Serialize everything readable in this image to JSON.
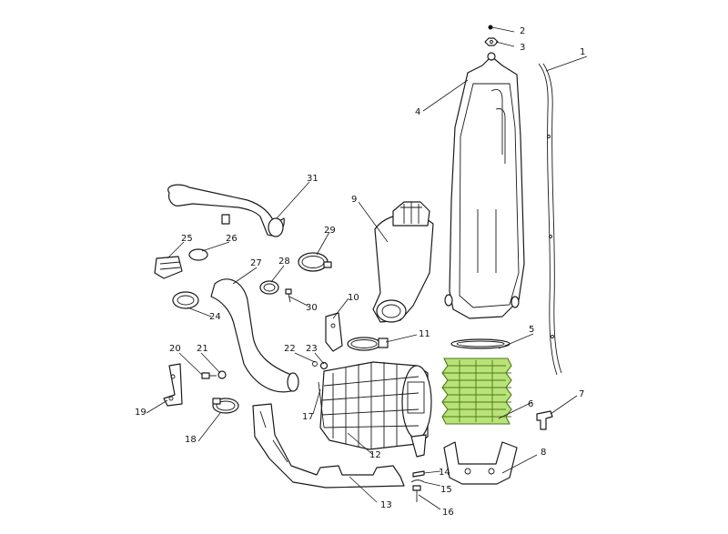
{
  "diagram": {
    "highlight_color": "#a7d45a",
    "highlighted_part": "6",
    "callouts": [
      {
        "id": "p1",
        "label": "1"
      },
      {
        "id": "p2",
        "label": "2"
      },
      {
        "id": "p3",
        "label": "3"
      },
      {
        "id": "p4",
        "label": "4"
      },
      {
        "id": "p5",
        "label": "5"
      },
      {
        "id": "p6",
        "label": "6"
      },
      {
        "id": "p7",
        "label": "7"
      },
      {
        "id": "p8",
        "label": "8"
      },
      {
        "id": "p9",
        "label": "9"
      },
      {
        "id": "p10",
        "label": "10"
      },
      {
        "id": "p11",
        "label": "11"
      },
      {
        "id": "p12",
        "label": "12"
      },
      {
        "id": "p13",
        "label": "13"
      },
      {
        "id": "p14",
        "label": "14"
      },
      {
        "id": "p15",
        "label": "15"
      },
      {
        "id": "p16",
        "label": "16"
      },
      {
        "id": "p17",
        "label": "17"
      },
      {
        "id": "p18",
        "label": "18"
      },
      {
        "id": "p19",
        "label": "19"
      },
      {
        "id": "p20",
        "label": "20"
      },
      {
        "id": "p21",
        "label": "21"
      },
      {
        "id": "p22",
        "label": "22"
      },
      {
        "id": "p23",
        "label": "23"
      },
      {
        "id": "p24",
        "label": "24"
      },
      {
        "id": "p25",
        "label": "25"
      },
      {
        "id": "p26",
        "label": "26"
      },
      {
        "id": "p27",
        "label": "27"
      },
      {
        "id": "p28",
        "label": "28"
      },
      {
        "id": "p29",
        "label": "29"
      },
      {
        "id": "p30",
        "label": "30"
      },
      {
        "id": "p31",
        "label": "31"
      }
    ]
  }
}
